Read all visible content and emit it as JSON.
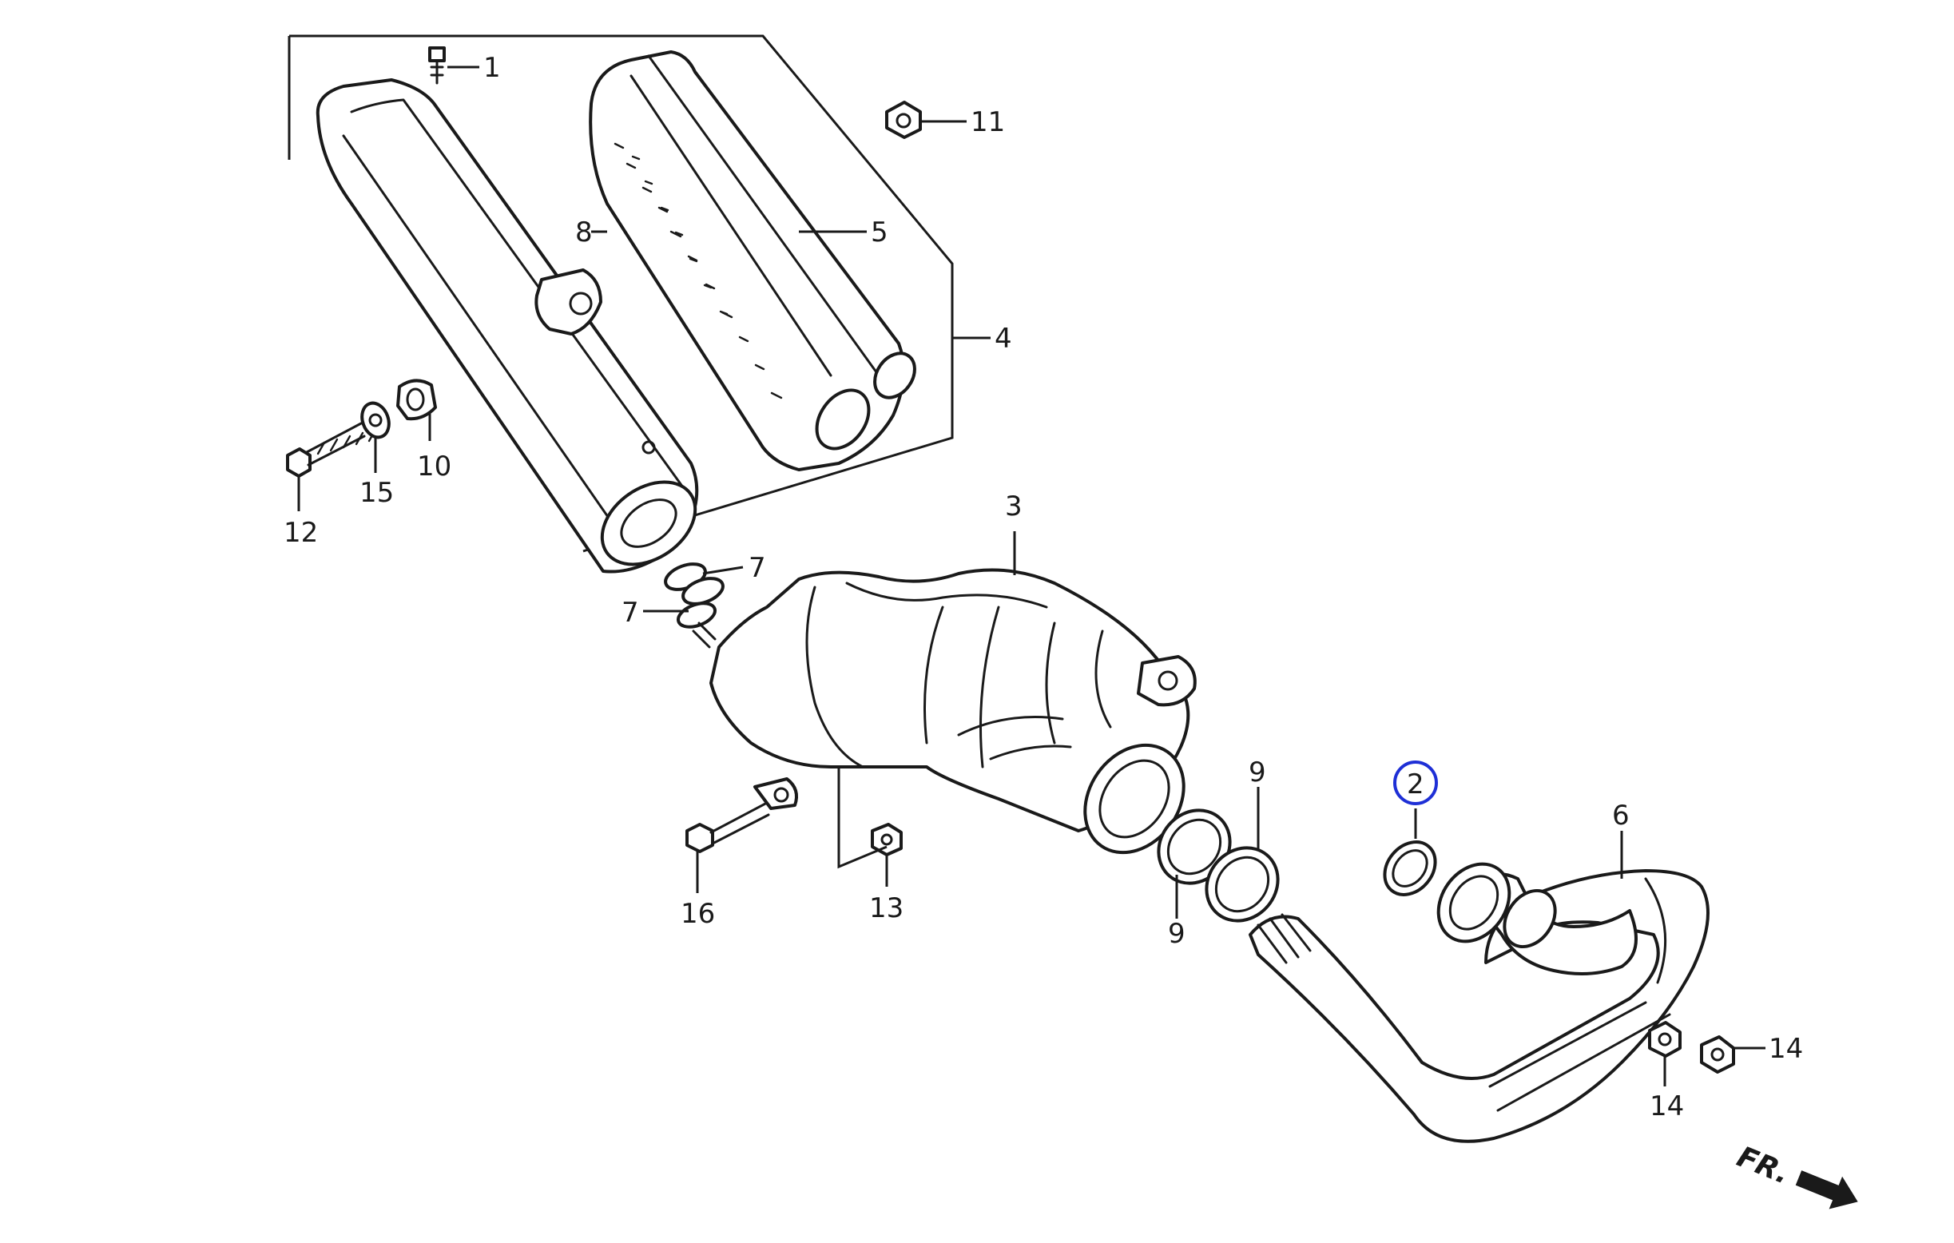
{
  "callouts": {
    "c1": "1",
    "c2": "2",
    "c3": "3",
    "c4": "4",
    "c5": "5",
    "c6": "6",
    "c7a": "7",
    "c7b": "7",
    "c8": "8",
    "c9a": "9",
    "c9b": "9",
    "c10": "10",
    "c11": "11",
    "c12": "12",
    "c13": "13",
    "c14a": "14",
    "c14b": "14",
    "c15": "15",
    "c16": "16"
  },
  "highlighted_callout": "2",
  "direction_label": "FR.",
  "colors": {
    "line": "#1a1a1a",
    "highlight": "#1e2fd6",
    "background": "#ffffff"
  }
}
